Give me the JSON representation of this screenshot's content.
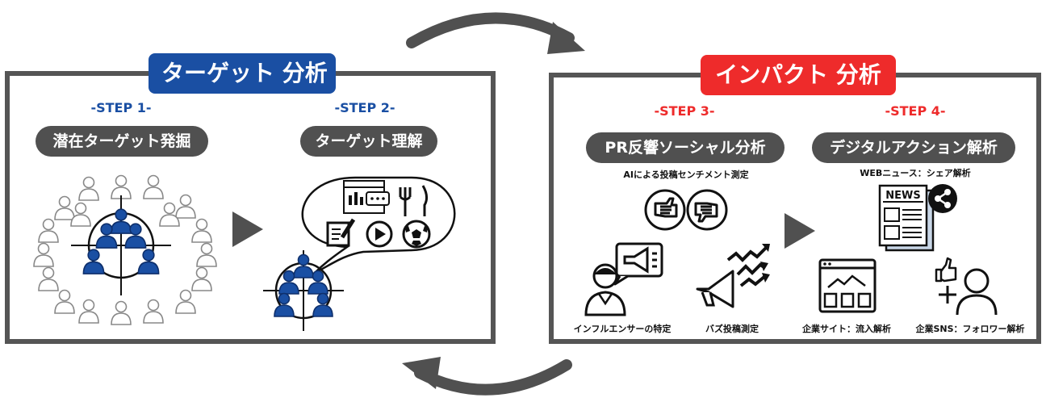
{
  "colors": {
    "target_blue": "#1a4fa3",
    "impact_red": "#ee2b2b",
    "frame_gray": "#555555",
    "icon_blue": "#1a4fa3"
  },
  "target_panel": {
    "title": "ターゲット 分析",
    "step1": {
      "label": "-STEP 1-",
      "title": "潜在ターゲット発掘",
      "icon": "crowd-target-icon"
    },
    "step2": {
      "label": "-STEP 2-",
      "title": "ターゲット理解",
      "icon": "interest-bubble-icon"
    }
  },
  "impact_panel": {
    "title": "インパクト 分析",
    "step3": {
      "label": "-STEP 3-",
      "title": "PR反響ソーシャル分析",
      "subtitle": "AIによる投稿センチメント測定",
      "caption_left": "インフルエンサーの特定",
      "caption_right": "バズ投稿測定"
    },
    "step4": {
      "label": "-STEP 4-",
      "title": "デジタルアクション解析",
      "subtitle": "WEBニュース：シェア解析",
      "caption_left": "企業サイト：流入解析",
      "caption_right": "企業SNS：フォロワー解析"
    }
  },
  "news_text": "NEWS"
}
